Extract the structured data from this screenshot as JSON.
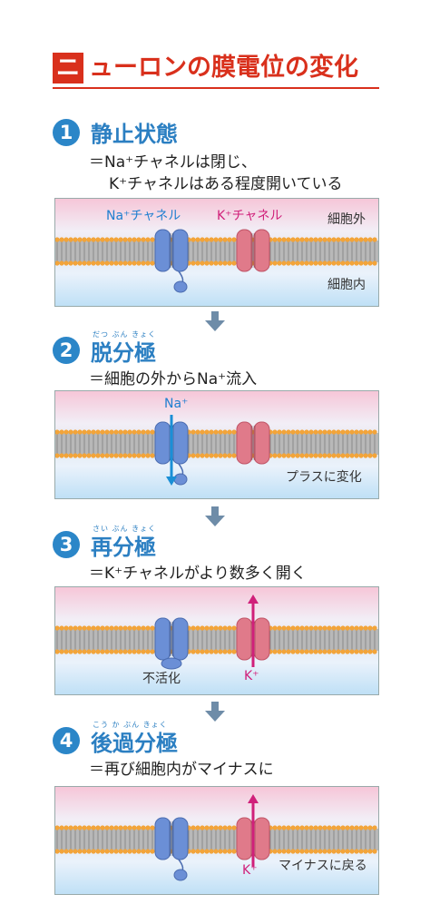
{
  "title": {
    "badge": "ニ",
    "text": "ューロンの膜電位の変化"
  },
  "steps": [
    {
      "num": "1",
      "heading": "静止状態",
      "ruby": "",
      "desc1": "＝Na⁺チャネルは閉じ、",
      "desc2": "K⁺チャネルはある程度開いている",
      "labels": {
        "na": "Na⁺チャネル",
        "k": "K⁺チャネル",
        "outside": "細胞外",
        "inside": "細胞内"
      }
    },
    {
      "num": "2",
      "heading": "脱分極",
      "ruby": "だつ ぶん きょく",
      "desc1": "＝細胞の外からNa⁺流入",
      "labels": {
        "ion": "Na⁺",
        "state": "プラスに変化"
      }
    },
    {
      "num": "3",
      "heading": "再分極",
      "ruby": "さい ぶん きょく",
      "desc1": "＝K⁺チャネルがより数多く開く",
      "labels": {
        "inactive": "不活化",
        "ion": "K⁺"
      }
    },
    {
      "num": "4",
      "heading": "後過分極",
      "ruby": "こう か ぶん きょく",
      "desc1": "＝再び細胞内がマイナスに",
      "labels": {
        "ion": "K⁺",
        "state": "マイナスに戻る"
      }
    }
  ],
  "colors": {
    "accent": "#d9301c",
    "blue": "#2b86c8",
    "na_channel": "#6b8fd6",
    "k_channel": "#e07a8a",
    "membrane_head": "#f2a43a"
  }
}
